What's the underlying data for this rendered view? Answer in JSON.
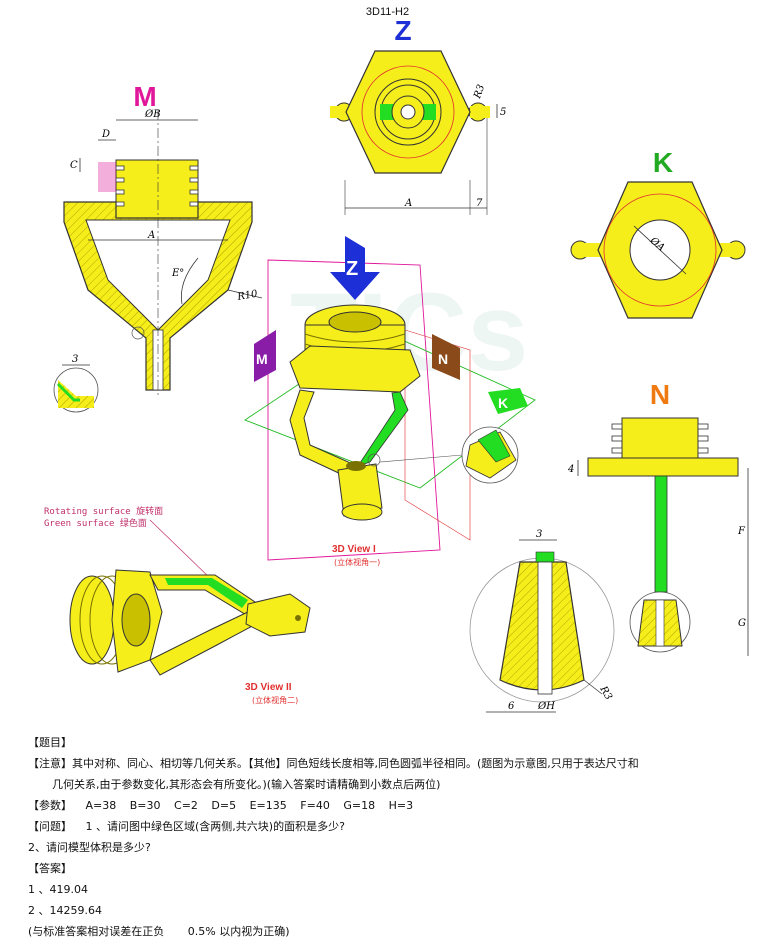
{
  "doc_title": "3D11-H2",
  "views": {
    "z": "Z",
    "m": "M",
    "k": "K",
    "n": "N",
    "view1_title": "3D View I",
    "view1_sub": "(立体视角一)",
    "view2_title": "3D View II",
    "view2_sub": "(立体视角二)"
  },
  "dims": {
    "A": "A",
    "B": "ØB",
    "C": "C",
    "D": "D",
    "E": "E°",
    "F": "F",
    "G": "G",
    "H": "ØH",
    "R3": "R3",
    "R10": "R10",
    "five": "5",
    "seven": "7",
    "three": "3",
    "four": "4",
    "six": "6",
    "phiA": "ØA"
  },
  "labels": {
    "rotating": "Rotating surface 旋转面",
    "green": "Green surface 绿色面"
  },
  "colors": {
    "yellow": "#f5ee1a",
    "green": "#22dd22",
    "magenta": "#e0179a",
    "blue": "#1d2fd6",
    "orange": "#f07a12"
  },
  "text": {
    "heading": "【题目】",
    "note1": "【注意】其中对称、同心、相切等几何关系。【其他】同色短线长度相等,同色圆弧半径相同。(题图为示意图,只用于表达尺寸和",
    "note2": "几何关系,由于参数变化,其形态会有所变化。)(输入答案时请精确到小数点后两位)",
    "params_label": "【参数】",
    "params": [
      "A=38",
      "B=30",
      "C=2",
      "D=5",
      "E=135",
      "F=40",
      "G=18",
      "H=3"
    ],
    "q_label": "【问题】",
    "q1": "1 、请问图中绿色区域(含两侧,共六块)的面积是多少?",
    "q2": "2、请问模型体积是多少?",
    "answer_label": "【答案】",
    "a1": "1 、419.04",
    "a2": "2 、14259.64",
    "tolerance_a": "(与标准答案相对误差在正负",
    "tolerance_b": "0.5% 以内视为正确)"
  }
}
